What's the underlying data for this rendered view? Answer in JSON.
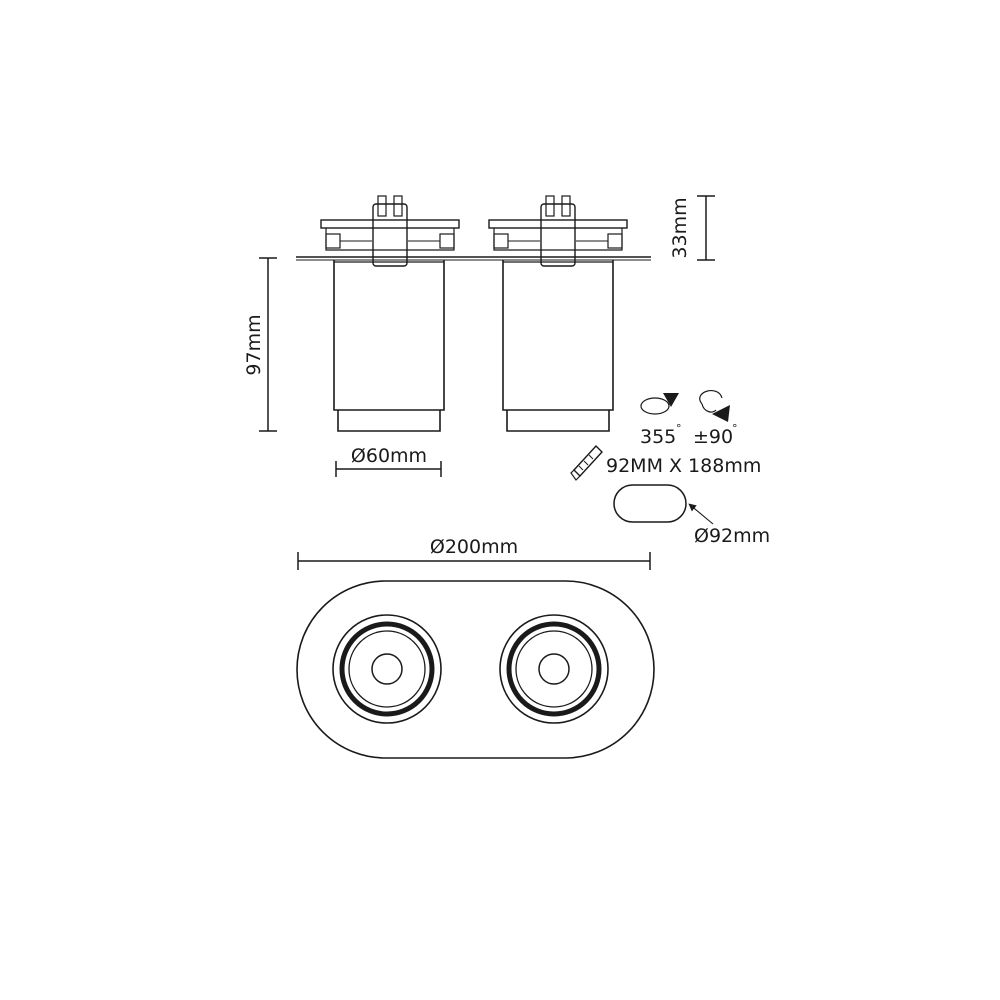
{
  "dimensions": {
    "mounting_height": "33mm",
    "body_height": "97mm",
    "head_diameter": "Ø60mm",
    "overall_diameter": "Ø200mm",
    "cutout_diameter": "Ø92mm"
  },
  "rotation": {
    "horizontal": "355",
    "tilt": "±90",
    "degree_symbol": "°"
  },
  "cutout_size": "92MM X 188mm",
  "icons": [
    "rotate-horizontal-icon",
    "rotate-tilt-icon",
    "cutting-saw-icon"
  ]
}
